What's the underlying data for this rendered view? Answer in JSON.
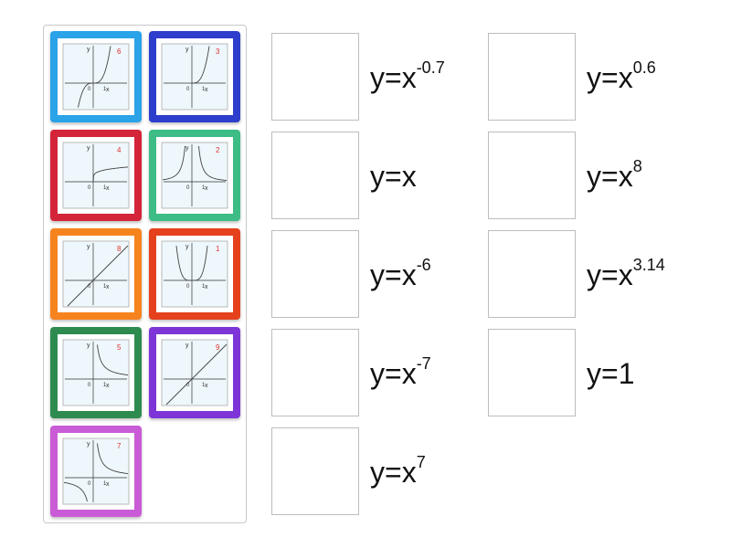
{
  "tiles": [
    {
      "number": "6",
      "kind": "cubic",
      "color": "#2aa3e8"
    },
    {
      "number": "3",
      "kind": "pow_pos",
      "color": "#2c3ecb"
    },
    {
      "number": "4",
      "kind": "root",
      "color": "#d3243a"
    },
    {
      "number": "2",
      "kind": "even_neg",
      "color": "#3dbd85"
    },
    {
      "number": "8",
      "kind": "line",
      "color": "#f7831f"
    },
    {
      "number": "1",
      "kind": "even_pos",
      "color": "#e4411c"
    },
    {
      "number": "5",
      "kind": "hyper_pos",
      "color": "#2e8b4f"
    },
    {
      "number": "9",
      "kind": "line",
      "color": "#7d35d8"
    },
    {
      "number": "7",
      "kind": "odd_neg",
      "color": "#c95bd6"
    }
  ],
  "targets": [
    {
      "base": "y=x",
      "exp": "-0.7"
    },
    {
      "base": "y=x",
      "exp": ""
    },
    {
      "base": "y=x",
      "exp": "-6"
    },
    {
      "base": "y=x",
      "exp": "-7"
    },
    {
      "base": "y=x",
      "exp": "7"
    },
    {
      "base": "y=x",
      "exp": "0.6"
    },
    {
      "base": "y=x",
      "exp": "8"
    },
    {
      "base": "y=x",
      "exp": "3.14"
    },
    {
      "base": "y=1",
      "exp": ""
    }
  ],
  "axis": {
    "x": "x",
    "y": "y",
    "zero": "0",
    "one": "1"
  }
}
